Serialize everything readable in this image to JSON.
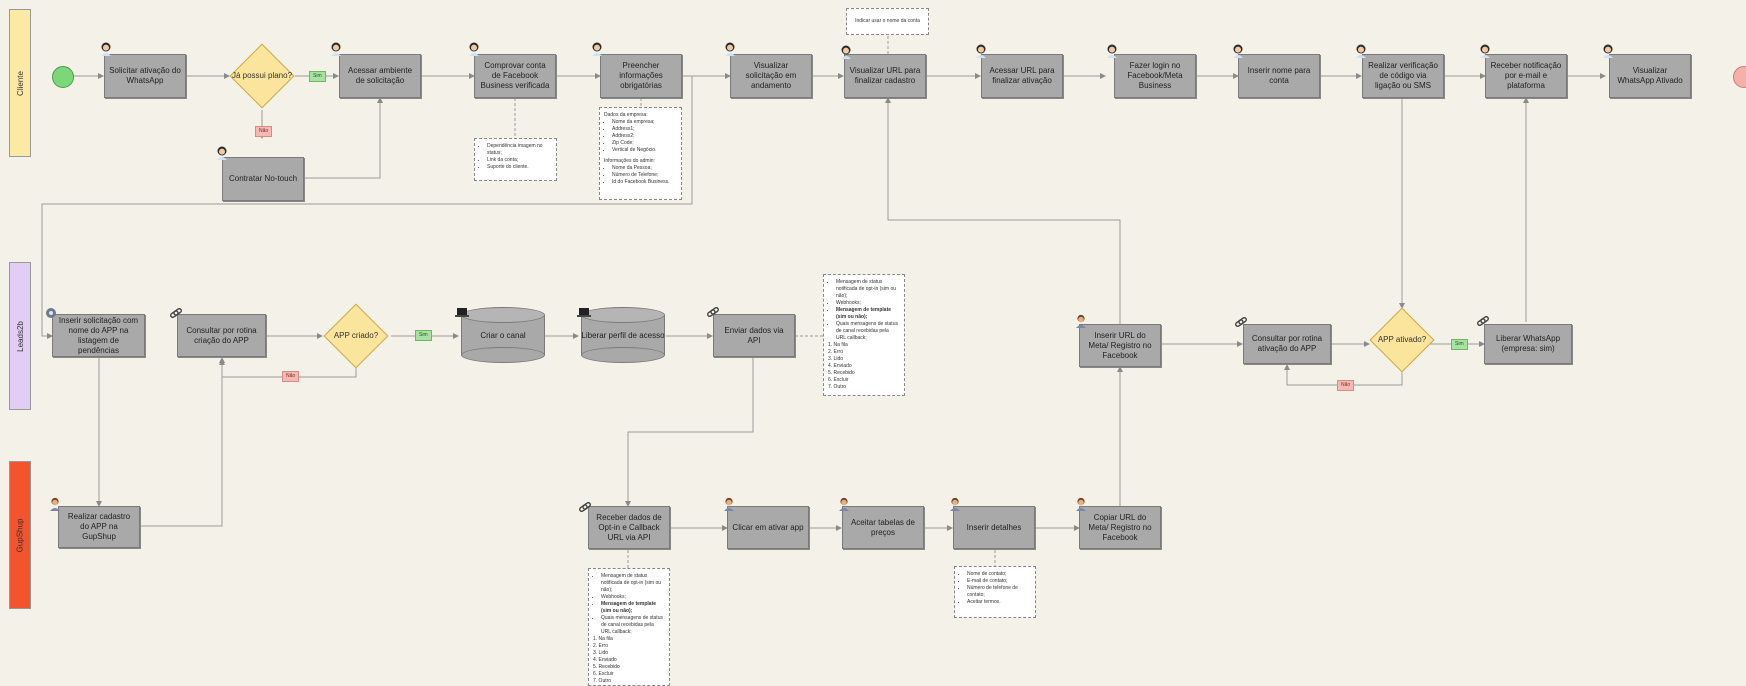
{
  "lanes": {
    "cliente": "Cliente",
    "leads2b": "Leads2b",
    "gupshup": "GupShup"
  },
  "colors": {
    "lane_cliente": "#fde9a6",
    "lane_leads2b": "#e2cdf5",
    "lane_gupshup": "#f2542d",
    "start": "#7cd67a",
    "end": "#f4b1a8",
    "box": "#a9a9a9",
    "diamond": "#fbe49b"
  },
  "nodes": {
    "solicitar": "Solicitar ativação do WhatsApp",
    "ja_possui": "Já possui plano?",
    "contratar": "Contratar No-touch",
    "acessar_ambiente": "Acessar ambiente de solicitação",
    "comprovar": "Comprovar conta de Facebook Business verificada",
    "preencher": "Preencher informações obrigatórias",
    "visualizar_andamento": "Visualizar solicitação em andamento",
    "visualizar_url": "Visualizar URL para finalizar cadastro",
    "acessar_url": "Acessar URL para finalizar ativação",
    "fazer_login": "Fazer login no Facebook/Meta Business",
    "inserir_nome": "Inserir nome para conta",
    "realizar_verificacao": "Realizar verificação de código via ligação ou SMS",
    "receber_notificacao": "Receber notificação por e-mail e plataforma",
    "visualizar_ativado": "Visualizar WhatsApp Ativado",
    "inserir_solicitacao": "Inserir solicitação com nome do APP na listagem de pendências",
    "consultar_criacao": "Consultar por rotina criação do APP",
    "app_criado": "APP criado?",
    "criar_canal": "Criar o canal",
    "liberar_perfil": "Liberar perfil de acesso",
    "enviar_dados": "Enviar dados via API",
    "inserir_url_meta": "Inserir URL do Meta/ Registro no Facebook",
    "consultar_ativacao": "Consultar por rotina ativação do APP",
    "app_ativado": "APP ativado?",
    "liberar_whatsapp": "Liberar WhatsApp (empresa: sim)",
    "realizar_cadastro": "Realizar cadastro do APP na GupShup",
    "receber_dados": "Receber dados de Opt-in e Callback URL via API",
    "clicar_ativar": "Clicar em ativar app",
    "aceitar_tabelas": "Aceitar tabelas de preços",
    "inserir_detalhes": "Inserir detalhes",
    "copiar_url": "Copiar URL do Meta/ Registro no Facebook"
  },
  "tags": {
    "sim1": "Sim",
    "nao1": "Não",
    "sim2": "Sim",
    "nao2": "Não",
    "sim3": "Sim",
    "nao3": "Não"
  },
  "notes": {
    "nome_conta": "Indicar usar o nome da conta",
    "comprovar": [
      "Dependência imagem no status;",
      "Link da conta;",
      "Suporte do cliente."
    ],
    "dados_empresa_title": "Dados da empresa:",
    "dados_empresa": [
      "Nome da empresa;",
      "Address1;",
      "Address2;",
      "Zip Code;",
      "Vertical de Negócio."
    ],
    "info_admin_title": "Informações do admin:",
    "info_admin": [
      "Nome da Pessoa;",
      "Número de Telefone;",
      "Id do Facebook Business."
    ],
    "api_top": [
      "Mensagem de status notificada de opt-in (sim ou não);",
      "Webhooks;",
      "Mensagem de template (sim ou não);",
      "Quais mensagens de status de canal recebidas pela URL callback;",
      "1. Na fila",
      "2. Erro",
      "3. Lido",
      "4. Enviado",
      "5. Recebido",
      "6. Excluir",
      "7. Outro"
    ],
    "api_bottom": [
      "Mensagem de status notificada de opt-in (sim ou não);",
      "Webhooks;",
      "Mensagem de template (sim ou não);",
      "Quais mensagens de status de canal recebidas pela URL callback;",
      "1. Na fila",
      "2. Erro",
      "3. Lido",
      "4. Enviado",
      "5. Recebido",
      "6. Excluir",
      "7. Outro"
    ],
    "detalhes": [
      "Nome de contato;",
      "E-mail de contato;",
      "Número de telefone de contato;",
      "Aceitar termos."
    ]
  }
}
